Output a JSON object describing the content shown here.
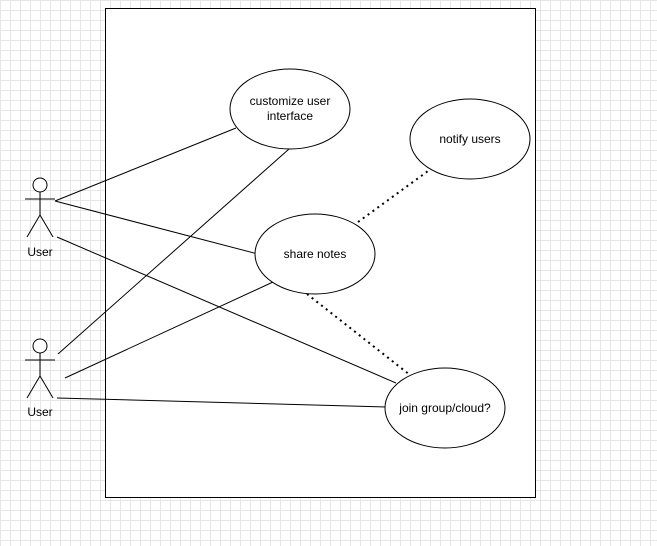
{
  "diagram": {
    "actors": [
      {
        "id": "user1",
        "label": "User"
      },
      {
        "id": "user2",
        "label": "User"
      }
    ],
    "use_cases": [
      {
        "id": "customize",
        "lines": [
          "customize user",
          "interface"
        ]
      },
      {
        "id": "notify",
        "lines": [
          "notify users"
        ]
      },
      {
        "id": "share",
        "lines": [
          "share notes"
        ]
      },
      {
        "id": "join",
        "lines": [
          "join group/cloud?"
        ]
      }
    ],
    "associations": [
      {
        "from": "user1",
        "to": "customize",
        "style": "solid"
      },
      {
        "from": "user1",
        "to": "share",
        "style": "solid"
      },
      {
        "from": "user1",
        "to": "join",
        "style": "solid"
      },
      {
        "from": "user2",
        "to": "customize",
        "style": "solid"
      },
      {
        "from": "user2",
        "to": "share",
        "style": "solid"
      },
      {
        "from": "user2",
        "to": "join",
        "style": "solid"
      },
      {
        "from": "share",
        "to": "notify",
        "style": "dotted"
      },
      {
        "from": "share",
        "to": "join",
        "style": "dotted"
      }
    ]
  }
}
